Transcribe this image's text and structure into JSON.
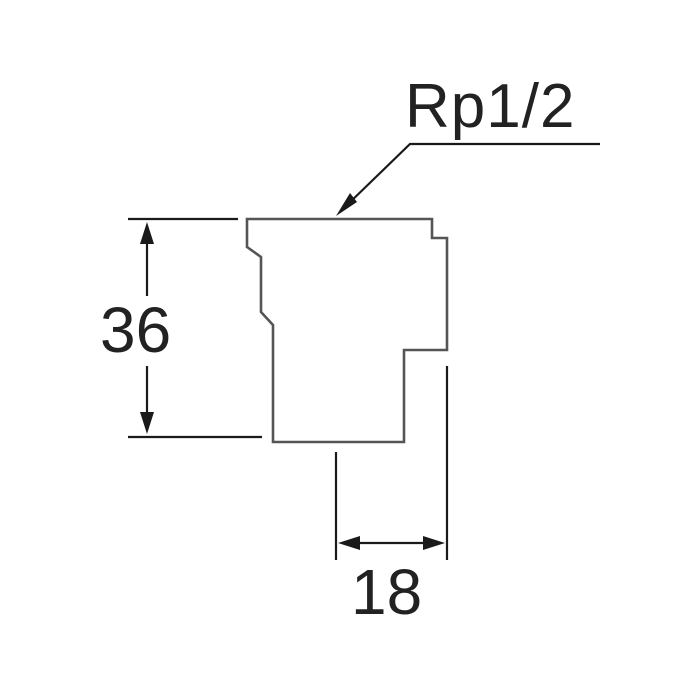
{
  "diagram": {
    "thread_label": "Rp1/2",
    "height_dimension": "36",
    "width_dimension": "18",
    "colors": {
      "part_outline": "#555555",
      "dimension_lines": "#1a1a1a",
      "text": "#222222",
      "background": "#ffffff"
    }
  }
}
